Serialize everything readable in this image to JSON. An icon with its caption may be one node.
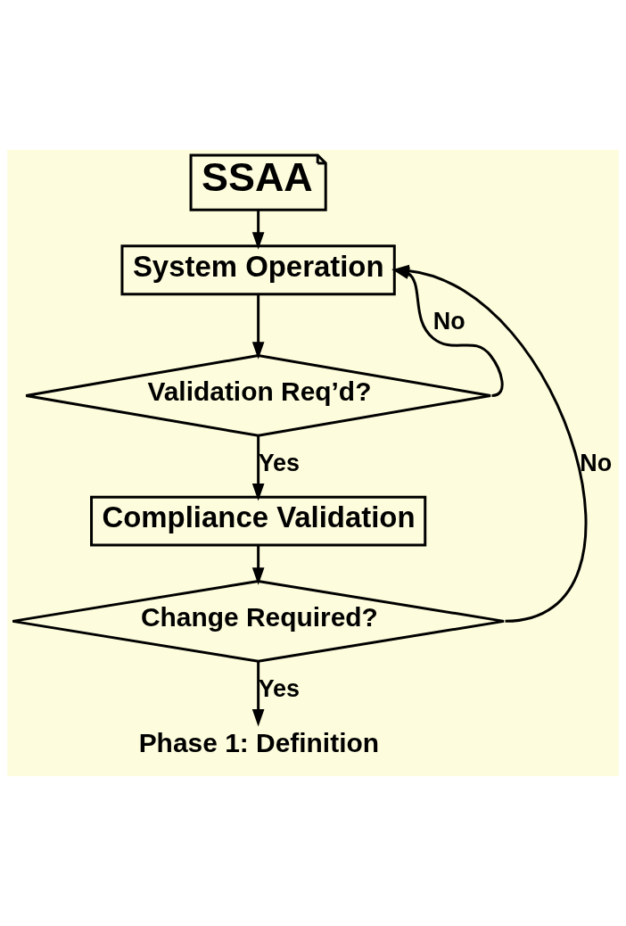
{
  "diagram": {
    "nodes": [
      {
        "text": [
          "SSAA"
        ]
      },
      {
        "text": [
          "System Operation"
        ]
      },
      {
        "text": [
          "Validation Req’d?"
        ]
      },
      {
        "text": [
          "Compliance Validation"
        ]
      },
      {
        "text": [
          "Change Required?"
        ]
      },
      {
        "text": [
          "Phase 1: Definition"
        ]
      }
    ],
    "edges": [
      {
        "from": 0,
        "to": 1,
        "arrow": "to"
      },
      {
        "from": 1,
        "to": 2,
        "arrow": "to"
      },
      {
        "from": 2,
        "to": 3,
        "arrow": "to",
        "label": "Yes"
      },
      {
        "from": 3,
        "to": 4,
        "arrow": "to"
      },
      {
        "from": 4,
        "to": 5,
        "arrow": "to",
        "label": "Yes"
      },
      {
        "from": 2,
        "to": 1,
        "arrow": "to",
        "label": "No"
      },
      {
        "from": 4,
        "to": 1,
        "arrow": "to",
        "label": "No"
      }
    ]
  }
}
